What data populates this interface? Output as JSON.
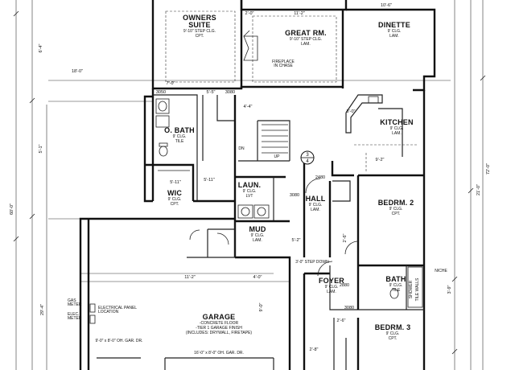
{
  "rooms": {
    "owners_suite": {
      "name_line1": "OWNERS",
      "name_line2": "SUITE",
      "sub1": "9'-10\" STEP CLG.",
      "sub2": "CPT."
    },
    "great_rm": {
      "name": "GREAT RM.",
      "sub1": "9'-10\" STEP CLG.",
      "sub2": "LAM."
    },
    "dinette": {
      "name": "DINETTE",
      "sub1": "9' CLG.",
      "sub2": "LAM."
    },
    "kitchen": {
      "name": "KITCHEN",
      "sub1": "9' CLG.",
      "sub2": "LAM."
    },
    "o_bath": {
      "name": "O. BATH",
      "sub1": "9' CLG.",
      "sub2": "TILE"
    },
    "wic": {
      "name": "WIC",
      "sub1": "9' CLG.",
      "sub2": "CPT."
    },
    "laun": {
      "name": "LAUN.",
      "sub1": "9' CLG.",
      "sub2": "LVT"
    },
    "hall": {
      "name": "HALL",
      "sub1": "9' CLG.",
      "sub2": "LAM."
    },
    "bedrm2": {
      "name": "BEDRM. 2",
      "sub1": "9' CLG.",
      "sub2": "CPT."
    },
    "mud": {
      "name": "MUD",
      "sub1": "9' CLG.",
      "sub2": "LAM."
    },
    "foyer": {
      "name": "FOYER",
      "sub1": "9' CLG.",
      "sub2": "LAM."
    },
    "bath": {
      "name": "BATH",
      "sub1": "9' CLG.",
      "sub2": "TILE"
    },
    "bedrm3": {
      "name": "BEDRM. 3",
      "sub1": "9' CLG.",
      "sub2": "CPT."
    },
    "garage": {
      "name": "GARAGE",
      "sub1": "-CONCRETE FLOOR",
      "sub2": "-TIER 1 GARAGE FINISH",
      "sub3": "(INCLUDES: DRYWALL, FIRETAPE)"
    }
  },
  "notes": {
    "fireplace": "FIREPLACE",
    "fireplace2": "IN CHASE",
    "electrical": "ELECTRICAL PANEL",
    "electrical2": "LOCATION",
    "gas": "GAS",
    "meter": "METER",
    "elec": "ELEC.",
    "meter2": "METER",
    "garage_door_left": "9'-0\" x 8'-0\" OH. GAR. DR.",
    "garage_door_right": "16'-0\" x 8'-0\" OH. GAR. DR.",
    "step_down": "3'-0\" STEP DOWN",
    "niche": "NICHE",
    "tile_walls": "TILE WALLS",
    "shower": "SHOWER",
    "up": "UP",
    "dn": "DN"
  },
  "dims": {
    "d1": "10'-6\"",
    "d2": "2'-0\"",
    "d3": "11'-2\"",
    "d4": "3'-0\"",
    "d5": "7'-0\"",
    "d6": "5'-5\"",
    "d7": "4'-4\"",
    "d8": "3050",
    "d9": "3080",
    "d10": "5'-11\"",
    "d11": "2480",
    "d12": "3080",
    "d13": "5'-2\"",
    "d14": "11'-2\"",
    "d15": "9'-2\"",
    "d16": "4'-0\"",
    "d17": "5'-11\"",
    "d18": "2880",
    "d19": "3080",
    "d20": "2'-6\"",
    "d21": "2'-8\"",
    "d22": "18'-0\"",
    "d23": "9'-0\"",
    "d24": "60'-0\"",
    "d25": "29'-4\"",
    "d26": "72'-0\"",
    "d27": "21'-0\"",
    "d28": "5'-1\"",
    "d29": "6'-4\"",
    "d30": "2'-6\"",
    "d31": "3'-9\""
  },
  "marker": {
    "num": "3",
    "sub": "4"
  }
}
